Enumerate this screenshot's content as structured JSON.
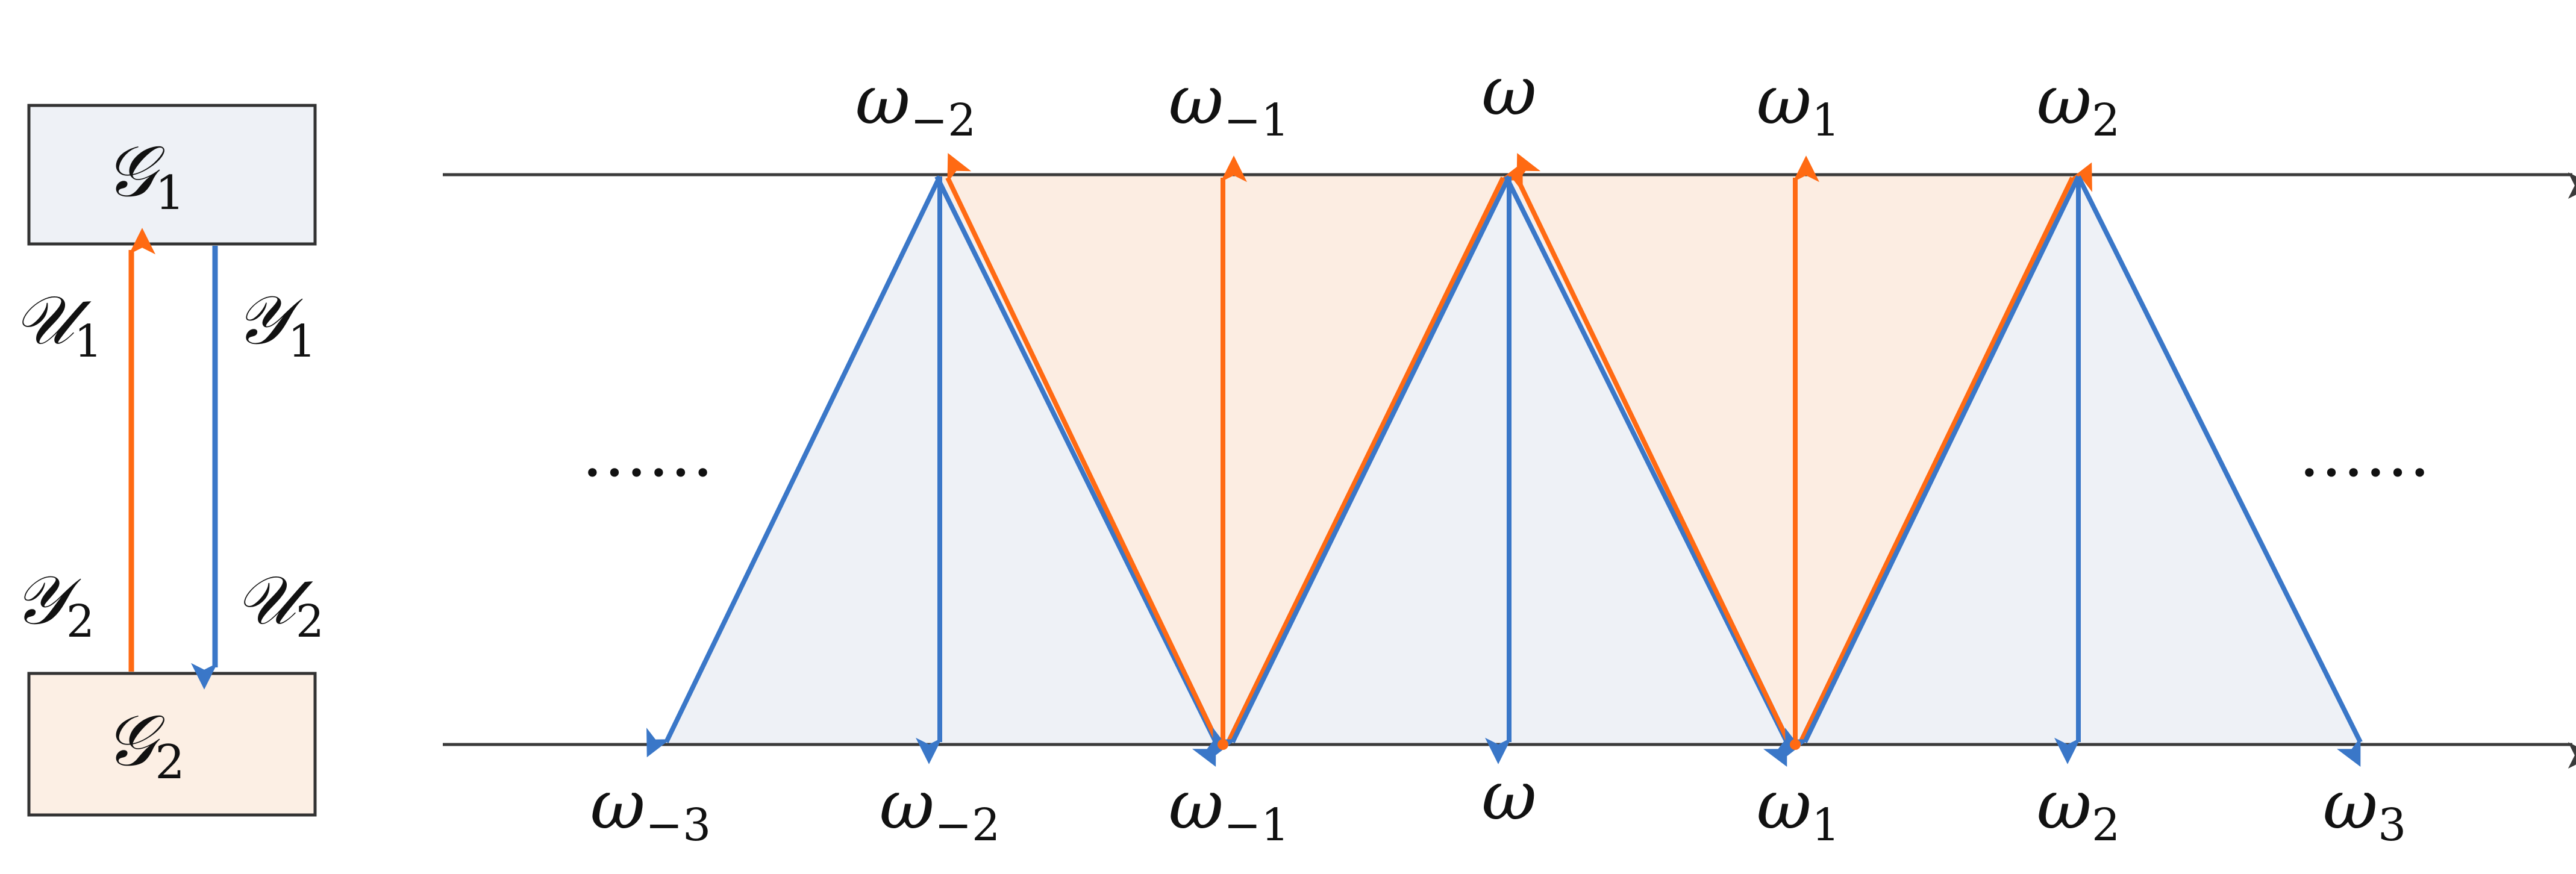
{
  "blocks": {
    "top": {
      "label": "𝒢",
      "sub": "1",
      "fill": "#eef1f6"
    },
    "bottom": {
      "label": "𝒢",
      "sub": "2",
      "fill": "#fcefe4"
    }
  },
  "signals": {
    "u1": {
      "label": "𝒰",
      "sub": "1"
    },
    "y1": {
      "label": "𝒴",
      "sub": "1"
    },
    "y2": {
      "label": "𝒴",
      "sub": "2"
    },
    "u2": {
      "label": "𝒰",
      "sub": "2"
    }
  },
  "top_freqs": [
    {
      "label": "ω",
      "sub": "−2"
    },
    {
      "label": "ω",
      "sub": "−1"
    },
    {
      "label": "ω",
      "sub": ""
    },
    {
      "label": "ω",
      "sub": "1"
    },
    {
      "label": "ω",
      "sub": "2"
    }
  ],
  "bottom_freqs": [
    {
      "label": "ω",
      "sub": "−3"
    },
    {
      "label": "ω",
      "sub": "−2"
    },
    {
      "label": "ω",
      "sub": "−1"
    },
    {
      "label": "ω",
      "sub": ""
    },
    {
      "label": "ω",
      "sub": "1"
    },
    {
      "label": "ω",
      "sub": "2"
    },
    {
      "label": "ω",
      "sub": "3"
    }
  ],
  "ellipsis_left": "……",
  "ellipsis_right": "……",
  "colors": {
    "blue": "#3a77c8",
    "orange": "#ff6a13",
    "axis": "#3a3a3a",
    "blue_fill": "#eef1f6",
    "orange_fill": "#fcede2",
    "block_border": "#333333"
  }
}
